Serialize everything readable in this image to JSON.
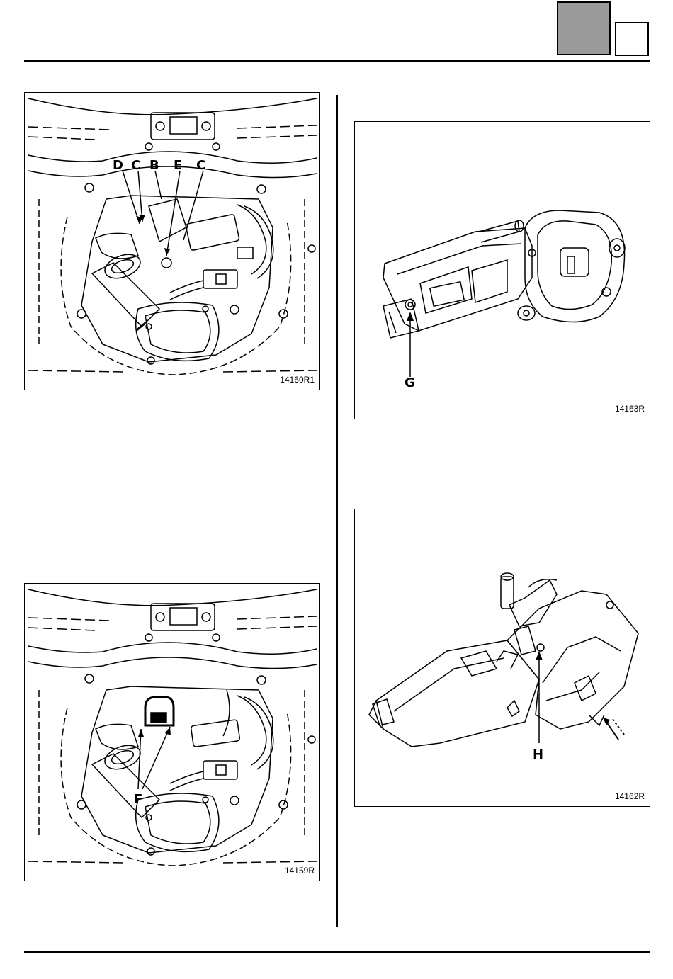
{
  "figures": [
    {
      "id": "14160R1",
      "callouts": [
        "D",
        "C",
        "B",
        "E",
        "C"
      ]
    },
    {
      "id": "14159R",
      "callouts": [
        "F"
      ]
    },
    {
      "id": "14163R",
      "callouts": [
        "G"
      ]
    },
    {
      "id": "14162R",
      "callouts": [
        "H"
      ]
    }
  ]
}
